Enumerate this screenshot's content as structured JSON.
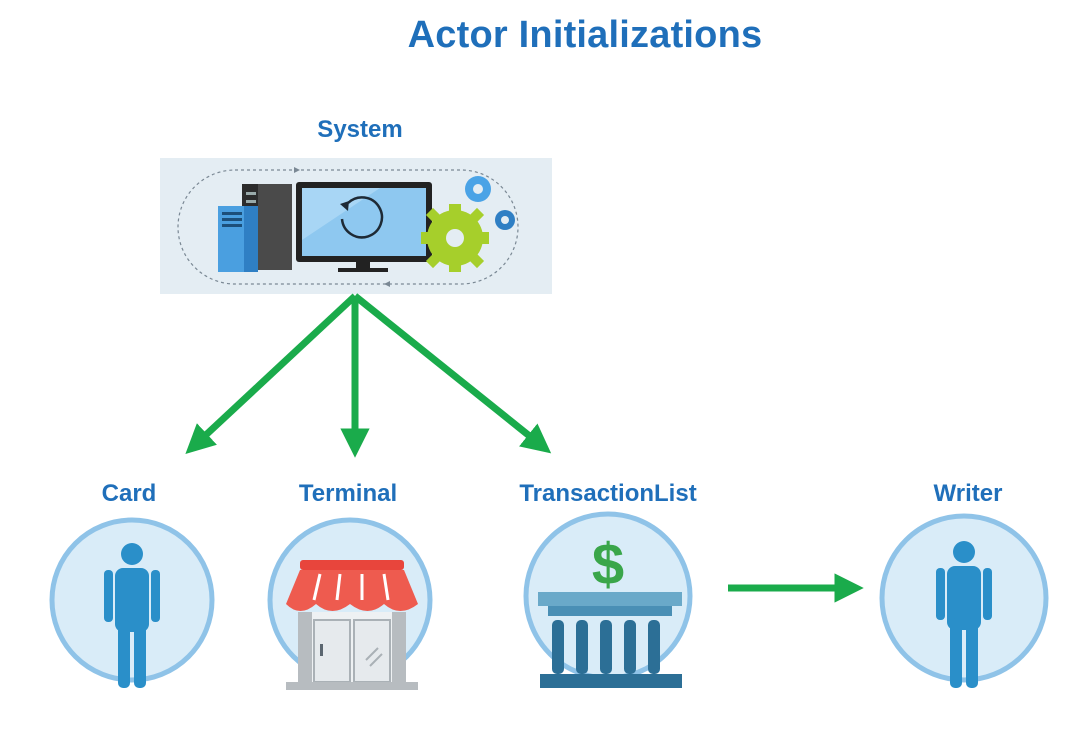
{
  "title": "Actor Initializations",
  "nodes": {
    "system": {
      "label": "System",
      "icon": "computer-system-icon"
    },
    "card": {
      "label": "Card",
      "icon": "person-icon"
    },
    "terminal": {
      "label": "Terminal",
      "icon": "storefront-icon"
    },
    "transaction_list": {
      "label": "TransactionList",
      "icon": "bank-dollar-icon"
    },
    "writer": {
      "label": "Writer",
      "icon": "person-icon"
    }
  },
  "edges": [
    {
      "from": "system",
      "to": "card"
    },
    {
      "from": "system",
      "to": "terminal"
    },
    {
      "from": "system",
      "to": "transaction_list"
    },
    {
      "from": "transaction_list",
      "to": "writer"
    }
  ],
  "colors": {
    "title": "#1f6fba",
    "arrow": "#1aab4b",
    "circle_fill": "#d9ecf8",
    "circle_stroke": "#8fc3e8",
    "person": "#2a8fc9"
  }
}
